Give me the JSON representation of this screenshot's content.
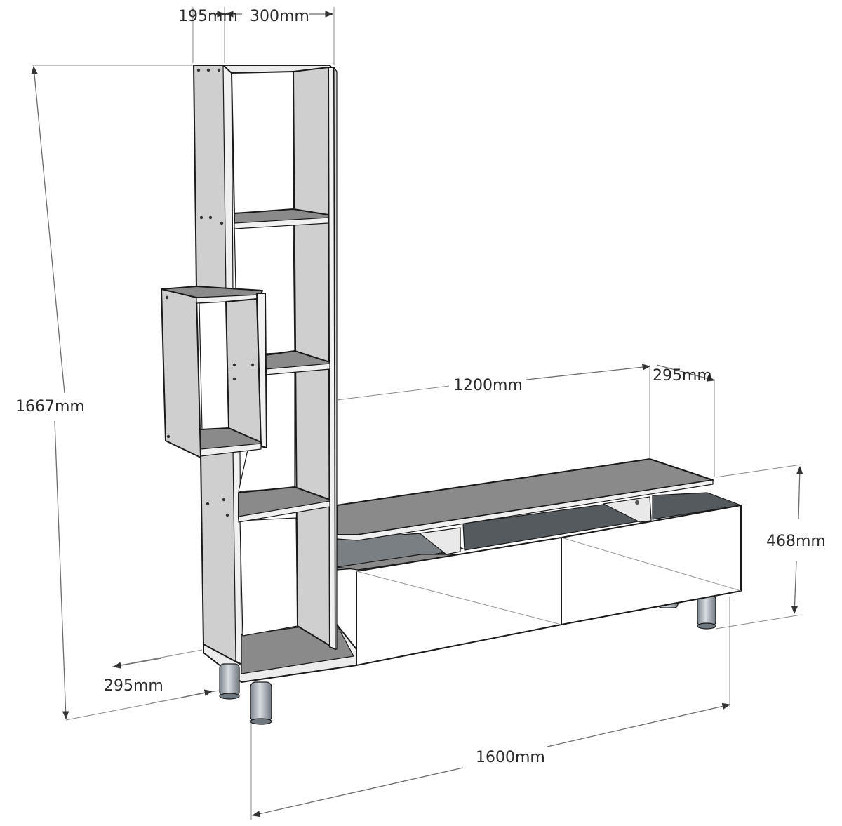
{
  "dimensions": {
    "side_panel_width": "195mm",
    "shelf_width": "300mm",
    "total_height": "1667mm",
    "unit_length": "1200mm",
    "unit_depth": "295mm",
    "unit_height": "468mm",
    "shelf_depth": "295mm",
    "overall_length": "1600mm"
  },
  "colors": {
    "panel_face": "#cfcfcf",
    "panel_edge": "#ebebeb",
    "shelf_top": "#8a8a8a",
    "drawer_front": "#ffffff",
    "recess_dark": "#555a5f",
    "leg_metal": "#9aa1a8",
    "line": "#1a1a1a"
  }
}
